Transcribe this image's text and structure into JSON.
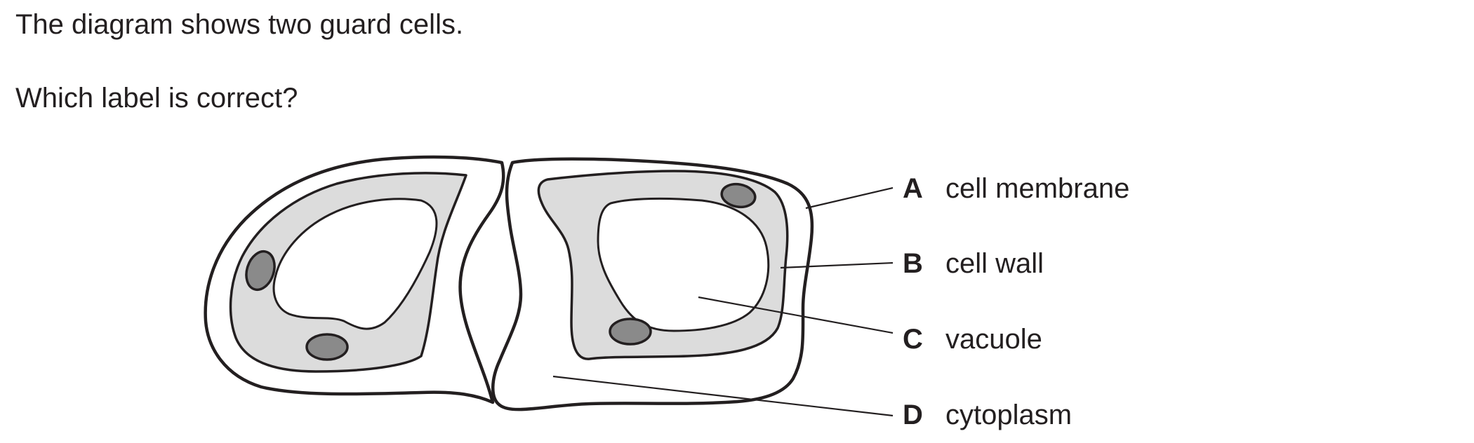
{
  "question": {
    "line1": "The diagram shows two guard cells.",
    "line2": "Which label is correct?"
  },
  "options": [
    {
      "letter": "A",
      "text": "cell membrane"
    },
    {
      "letter": "B",
      "text": "cell wall"
    },
    {
      "letter": "C",
      "text": "vacuole"
    },
    {
      "letter": "D",
      "text": "cytoplasm"
    }
  ]
}
